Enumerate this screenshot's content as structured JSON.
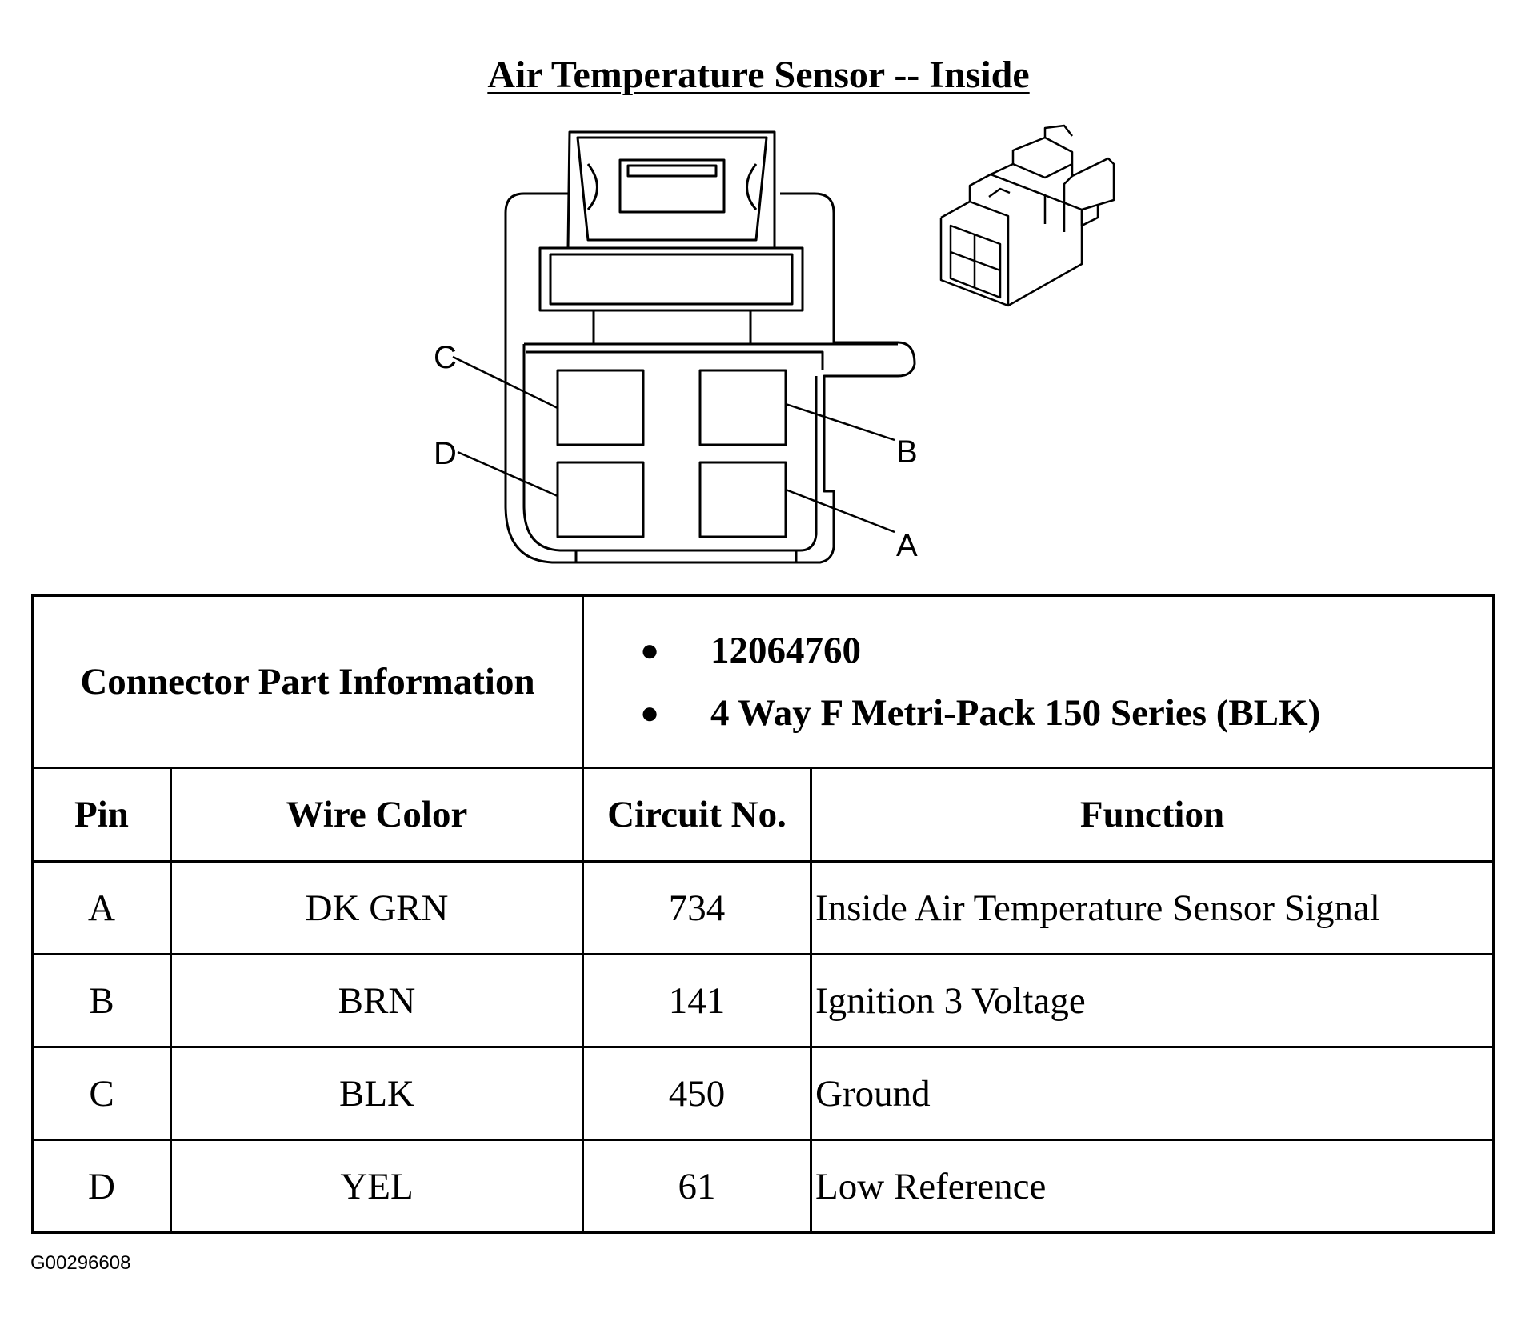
{
  "title": "Air Temperature Sensor -- Inside",
  "pin_callouts": [
    "A",
    "B",
    "C",
    "D"
  ],
  "connector_part_info": {
    "label": "Connector Part Information",
    "items": [
      "12064760",
      "4 Way F Metri-Pack 150 Series (BLK)"
    ]
  },
  "table": {
    "headers": [
      "Pin",
      "Wire Color",
      "Circuit No.",
      "Function"
    ],
    "rows": [
      [
        "A",
        "DK GRN",
        "734",
        "Inside Air Temperature Sensor Signal"
      ],
      [
        "B",
        "BRN",
        "141",
        "Ignition 3 Voltage"
      ],
      [
        "C",
        "BLK",
        "450",
        "Ground"
      ],
      [
        "D",
        "YEL",
        "61",
        "Low Reference"
      ]
    ]
  },
  "figure_id": "G00296608"
}
